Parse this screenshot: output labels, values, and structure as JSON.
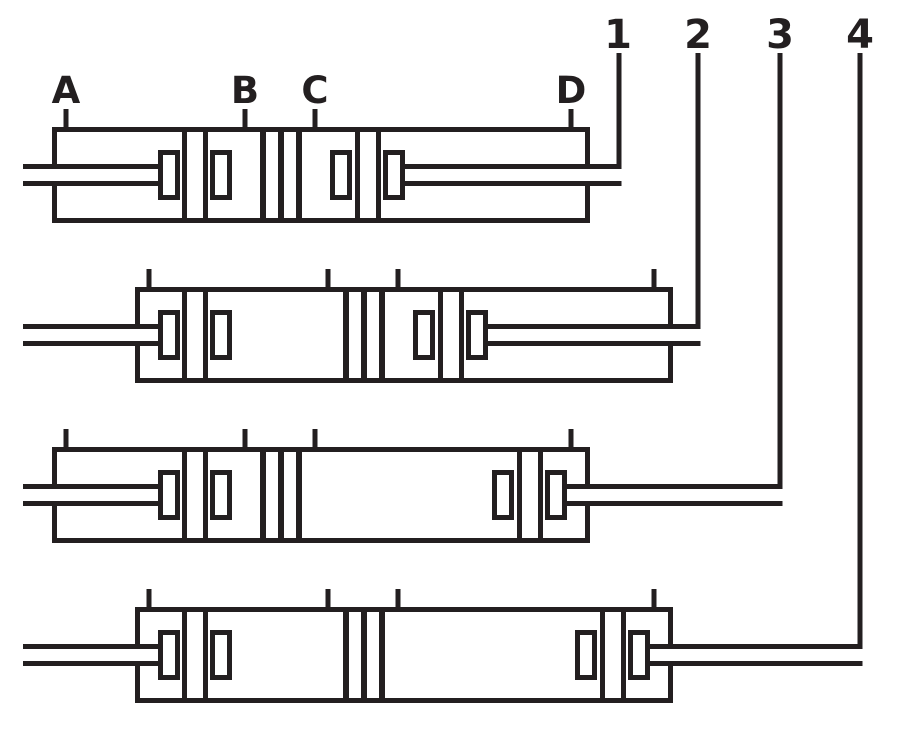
{
  "colors": {
    "line": "#231f20",
    "background": "#ffffff"
  },
  "port_labels": {
    "a": "A",
    "b": "B",
    "c": "C",
    "d": "D"
  },
  "position_labels": {
    "n1": "1",
    "n2": "2",
    "n3": "3",
    "n4": "4"
  }
}
